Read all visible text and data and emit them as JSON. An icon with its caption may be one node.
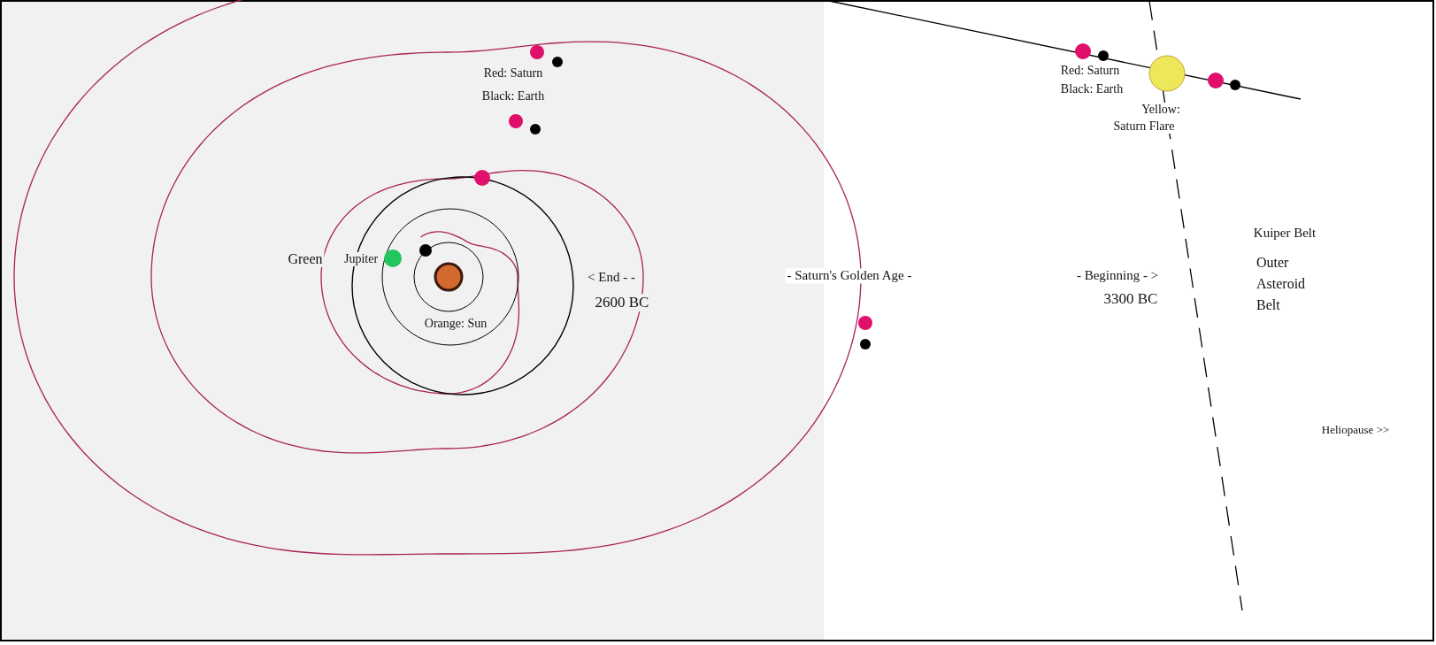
{
  "diagram": {
    "labels": [
      "Red: Saturn",
      "Black: Earth",
      "Green",
      "Jupiter",
      "Orange: Sun",
      "< End -  -",
      "2600 BC",
      "-  Saturn's Golden Age -",
      "- Beginning - >",
      "3300 BC",
      "Red: Saturn",
      "Black: Earth",
      "Yellow:",
      "Saturn Flare",
      "Kuiper Belt",
      "Outer Asteroid Belt",
      "Heliopause >>"
    ]
  }
}
